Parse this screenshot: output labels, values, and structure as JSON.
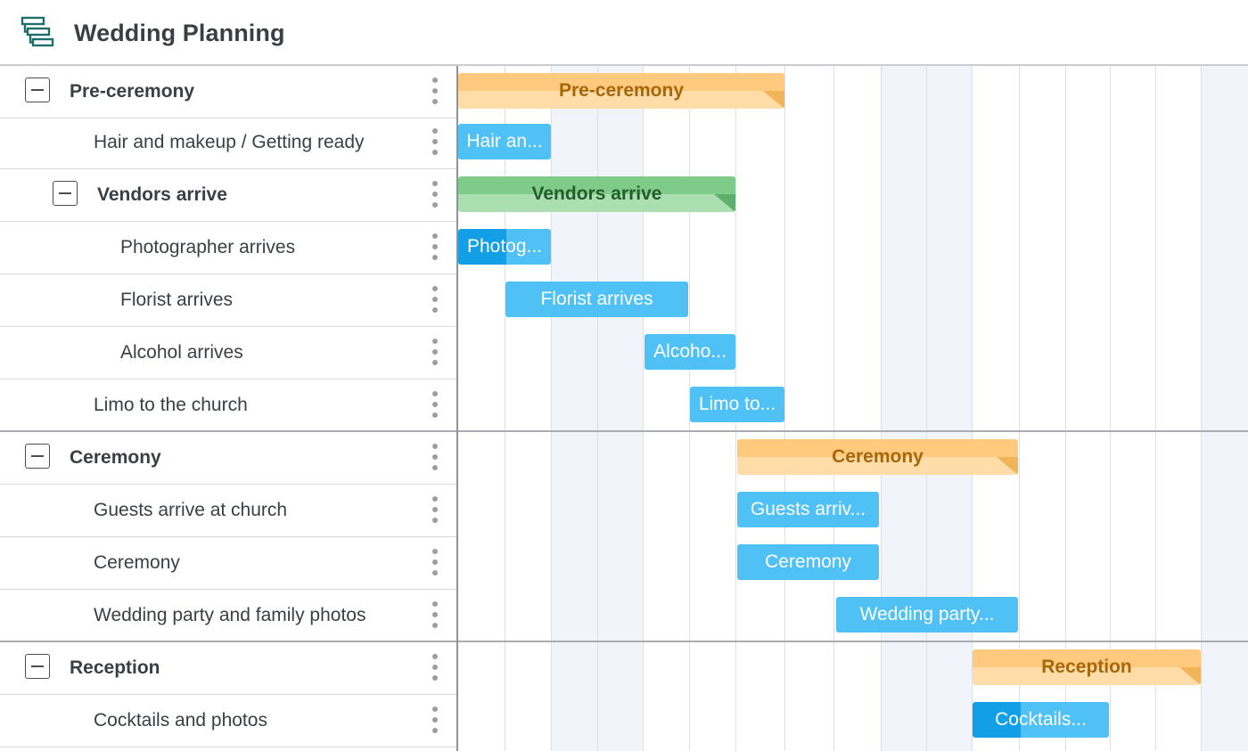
{
  "app": {
    "title": "Wedding Planning",
    "icon": "gantt-chart-icon"
  },
  "rows": [
    {
      "name": "Pre-ceremony",
      "type": "group",
      "level": 0
    },
    {
      "name": "Hair and makeup / Getting ready",
      "type": "task",
      "level": 1
    },
    {
      "name": "Vendors arrive",
      "type": "group",
      "level": 1
    },
    {
      "name": "Photographer arrives",
      "type": "task",
      "level": 2
    },
    {
      "name": "Florist arrives",
      "type": "task",
      "level": 2
    },
    {
      "name": "Alcohol arrives",
      "type": "task",
      "level": 2
    },
    {
      "name": "Limo to the church",
      "type": "task",
      "level": 1
    },
    {
      "name": "Ceremony",
      "type": "group",
      "level": 0
    },
    {
      "name": "Guests arrive at church",
      "type": "task",
      "level": 1
    },
    {
      "name": "Ceremony",
      "type": "task",
      "level": 1
    },
    {
      "name": "Wedding party and family photos",
      "type": "task",
      "level": 1
    },
    {
      "name": "Reception",
      "type": "group",
      "level": 0
    },
    {
      "name": "Cocktails and photos",
      "type": "task",
      "level": 1
    }
  ],
  "bars": [
    {
      "label": "Pre-ceremony",
      "style": "summary-orange"
    },
    {
      "label": "Hair an...",
      "style": "task"
    },
    {
      "label": "Vendors arrive",
      "style": "summary-green"
    },
    {
      "label": "Photog...",
      "style": "task-dark"
    },
    {
      "label": "Florist arrives",
      "style": "task"
    },
    {
      "label": "Alcoho...",
      "style": "task"
    },
    {
      "label": "Limo to...",
      "style": "task"
    },
    {
      "label": "Ceremony",
      "style": "summary-orange"
    },
    {
      "label": "Guests arriv...",
      "style": "task"
    },
    {
      "label": "Ceremony",
      "style": "task"
    },
    {
      "label": "Wedding party...",
      "style": "task"
    },
    {
      "label": "Reception",
      "style": "summary-orange"
    },
    {
      "label": "Cocktails...",
      "style": "task-dark"
    }
  ],
  "colors": {
    "task": "#4fc1f5",
    "task_dark": "#129fe6",
    "summary_orange": "#ffca7d",
    "summary_green": "#7fcc8a",
    "weekend_column": "#f1f5fb"
  }
}
